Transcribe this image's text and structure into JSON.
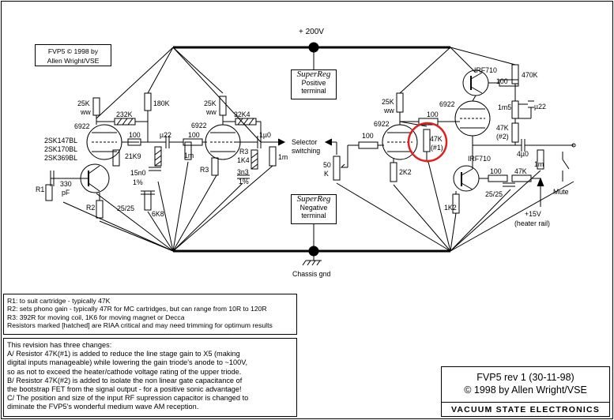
{
  "header": {
    "rail_top": "+ 200V",
    "ground": "Chassis gnd"
  },
  "copyright_box": {
    "line1": "FVP5 © 1998 by",
    "line2": "Allen Wright/VSE"
  },
  "superreg_top": {
    "logo": "SuperReg",
    "line1": "Positive",
    "line2": "terminal"
  },
  "superreg_bottom": {
    "logo": "SuperReg",
    "line1": "Negative",
    "line2": "terminal"
  },
  "labels": {
    "r25k_ww_a": "25K",
    "ww_a": "ww",
    "r180k": "180K",
    "v6922_a": "6922",
    "r232k": "232K",
    "fet_1": "2SK147BL",
    "fet_2": "2SK170BL",
    "fet_3": "2SK369BL",
    "r100_a": "100",
    "r21k9": "21K9",
    "c330": "330",
    "pf": "pF",
    "r1": "R1",
    "r2": "R2",
    "c022_a": "µ22",
    "r15n0": "15n0",
    "pct1_a": "1%",
    "c2525_a": "25/25",
    "r6k8": "6K8",
    "r100_b": "100",
    "r25k_ww_b": "25K",
    "ww_b": "ww",
    "v6922_b": "6922",
    "r32k4": "32K4",
    "r1m_a": "1m",
    "r3_a": "R3",
    "r3_b": "R3",
    "r1k4": "1K4",
    "r3n3": "3n3",
    "pct1_b": "1%",
    "c1u0": "1µ0",
    "r1m_b": "1m",
    "selector_1": "Selector",
    "selector_2": "switching",
    "pot_50": "50",
    "pot_k": "K",
    "r100_c": "100",
    "r25k_ww_c": "25K",
    "ww_c": "ww",
    "v6922_c": "6922",
    "r2k2": "2K2",
    "r100_d": "100",
    "r47k_1a": "47K",
    "r47k_1b": "(#1)",
    "v6922_d": "6922",
    "irf710_a": "IRF710",
    "r100_e": "100",
    "r470k": "470K",
    "r1m5": "1m5",
    "c022_b": "µ22",
    "r47k_2a": "47K",
    "r47k_2b": "(#2)",
    "c4u0": "4µ0",
    "r1m_c": "1m",
    "irf710_b": "IRF710",
    "r100_f": "100",
    "r47k_g": "47K",
    "c2525_b": "25/25",
    "r1k2": "1K2",
    "mute": "Mute",
    "rail15_1": "+15V",
    "rail15_2": "(heater rail)"
  },
  "notes": [
    "R1: to suit cartridge - typically 47K",
    "R2: sets phono gain - typically 47R for MC cartridges, but can range from 10R to 120R",
    "R3: 392R for moving coil, 1K6 for moving magnet or Decca",
    "Resistors marked [hatched] are RIAA critical and may need trimming for optimum results"
  ],
  "changes": [
    "This revision has three changes:",
    "A/ Resistor 47K(#1) is added to reduce the line stage gain to X5 (making",
    "digital inputs manageable) while lowering the gain triode's anode to ~100V,",
    "so as not to exceed the heater/cathode voltage rating of the upper triode.",
    "B/ Resistor 47K(#2) is added to isolate the non linear gate capacitance of",
    "the bootstrap FET from the signal output - for a positive sonic advantage!",
    "C/ The position and size of the input RF supression capacitor is changed to",
    "diminate the FVP5's wonderful medium wave AM reception."
  ],
  "title_box": {
    "line1": "FVP5 rev 1 (30-11-98)",
    "line2": "© 1998 by Allen Wright/VSE",
    "brand": "VACUUM STATE ELECTRONICS"
  },
  "colors": {
    "ink": "#000000",
    "highlight": "#e0201c",
    "background": "#ffffff"
  }
}
